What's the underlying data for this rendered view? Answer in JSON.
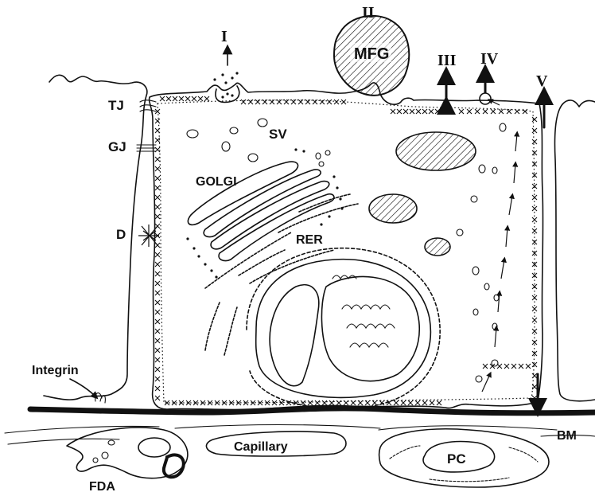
{
  "labels": {
    "route_1": "I",
    "route_2": "II",
    "route_3": "III",
    "route_4": "IV",
    "route_5": "V",
    "mfg": "MFG",
    "tj": "TJ",
    "gj": "GJ",
    "d": "D",
    "sv": "SV",
    "golgi": "GOLGI",
    "rer": "RER",
    "integrin": "Integrin",
    "capillary": "Capillary",
    "pc": "PC",
    "fda": "FDA",
    "bm": "BM"
  }
}
